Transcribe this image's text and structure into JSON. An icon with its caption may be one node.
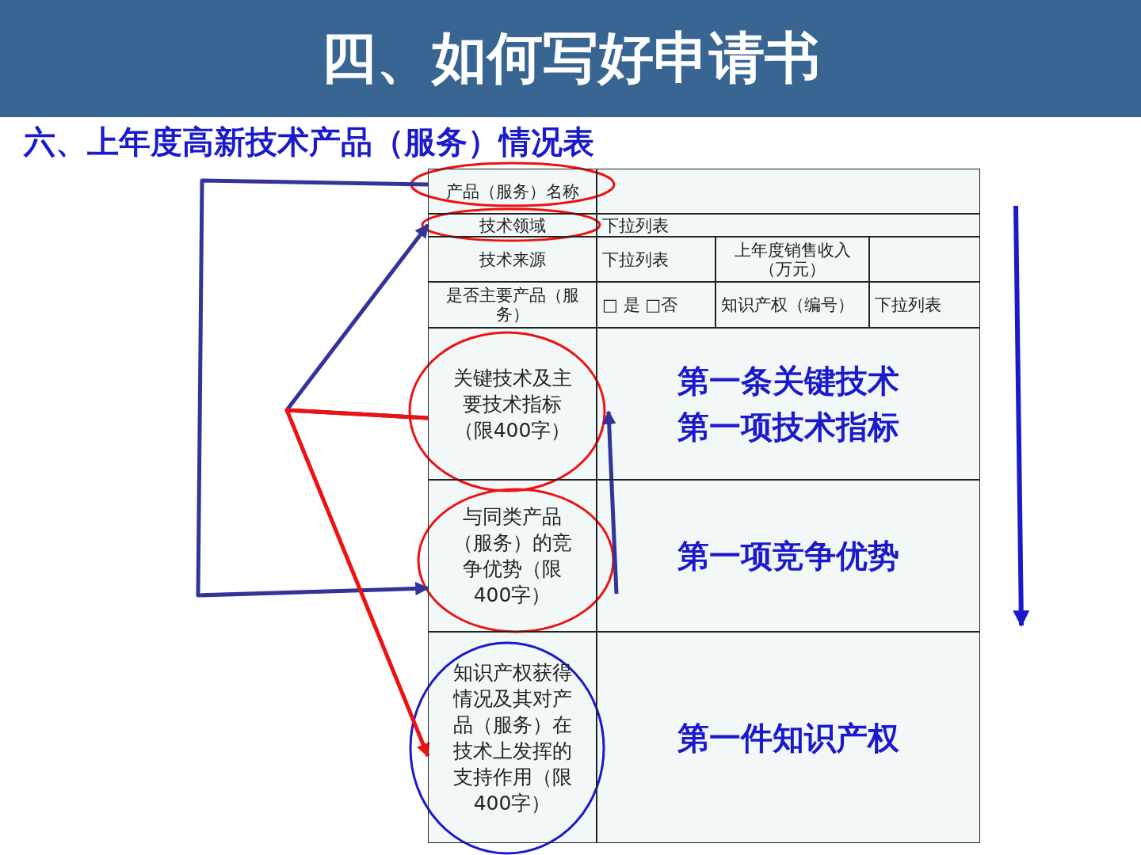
{
  "diagram": {
    "title": "四、如何写好申请书",
    "nodes": [
      {
        "text": [
          "产品（服务）名称"
        ]
      },
      {
        "text": [
          "技术领域"
        ]
      },
      {
        "text": [
          "关键技术及主要技术指标（限400字）"
        ]
      },
      {
        "text": [
          "与同类产品（服务）的竞争优势（限400字）"
        ]
      },
      {
        "text": [
          "知识产权获得情况及其对产品（服务）在技术上发挥的支持作用（限400字）"
        ]
      },
      {
        "text": [
          "第一条关键技术",
          "第一项技术指标"
        ]
      },
      {
        "text": [
          "第一项竞争优势"
        ]
      }
    ],
    "edges": [
      {
        "from": 0,
        "to": 3,
        "arrow": "to"
      },
      {
        "from": 2,
        "to": 1,
        "arrow": "to"
      },
      {
        "from": 2,
        "to": 4,
        "arrow": "to",
        "color": "#ee1111"
      },
      {
        "from": 6,
        "to": 5,
        "arrow": "to"
      }
    ],
    "labels": [
      "六、上年度高新技术产品（服务）情况表",
      "下拉列表",
      "技术来源",
      "下拉列表",
      "上年度销售收入（万元）",
      "是否主要产品（服务）",
      "□ 是 □否",
      "知识产权（编号）",
      "下拉列表",
      "第一件知识产权"
    ]
  }
}
